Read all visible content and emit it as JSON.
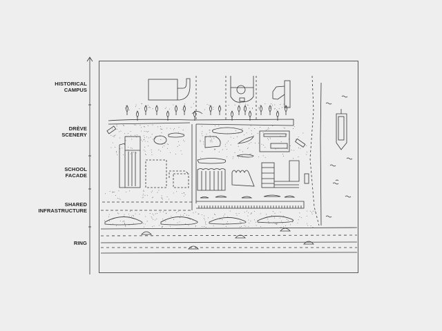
{
  "zones": [
    {
      "line1": "HISTORICAL",
      "line2": "CAMPUS"
    },
    {
      "line1": "DRÈVE",
      "line2": "SCENERY"
    },
    {
      "line1": "SCHOOL",
      "line2": "FACADE"
    },
    {
      "line1": "SHARED",
      "line2": "INFRASTRUCTURE"
    },
    {
      "line1": "RING",
      "line2": ""
    }
  ],
  "colors": {
    "background": "#eeeeee",
    "ink": "#333333"
  }
}
